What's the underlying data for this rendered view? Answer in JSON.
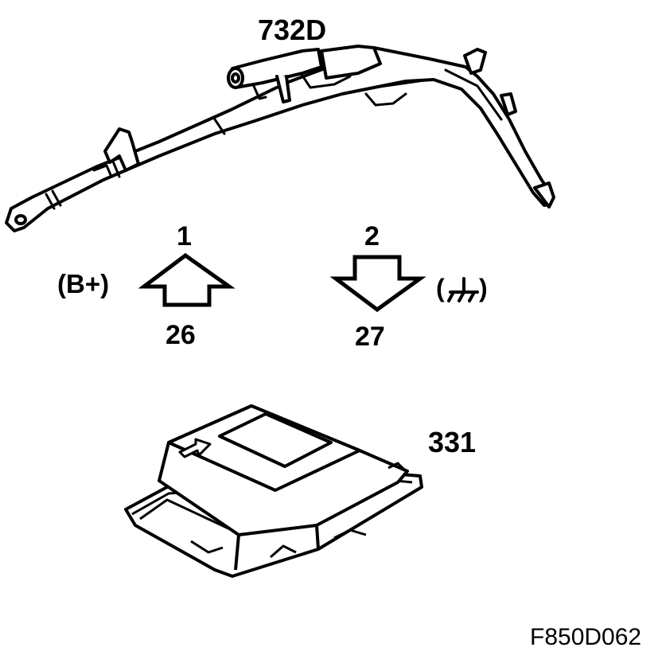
{
  "labels": {
    "airbag_part": "732D",
    "control_unit_part": "331",
    "pin_up_top": "1",
    "pin_up_bottom": "26",
    "pin_down_top": "2",
    "pin_down_bottom": "27",
    "supply_label": "(B+)",
    "ground_open": "(",
    "ground_close": ")",
    "figure_code": "F850D062"
  },
  "icons": [
    "curtain-airbag-drawing",
    "up-arrow-icon",
    "down-arrow-icon",
    "ground-icon",
    "airbag-control-module-drawing"
  ],
  "colors": {
    "ink": "#000000",
    "paper": "#ffffff"
  }
}
